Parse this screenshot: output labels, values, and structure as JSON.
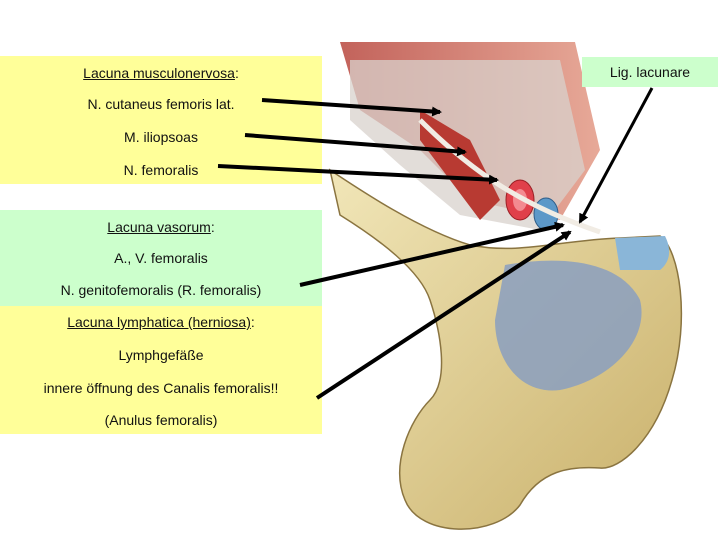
{
  "musculonervosa": {
    "heading": "Lacuna musculonervosa",
    "heading_suffix": ":",
    "items": [
      "N. cutaneus femoris lat.",
      "M. iliopsoas",
      "N. femoralis"
    ]
  },
  "vasorum": {
    "heading": "Lacuna vasorum",
    "heading_suffix": ":",
    "items": [
      "A., V. femoralis",
      "N. genitofemoralis (R. femoralis)"
    ]
  },
  "lymphatica": {
    "heading": "Lacuna lymphatica (herniosa)",
    "heading_suffix": ":",
    "items": [
      "Lymphgefäße",
      "innere öffnung des Canalis femoralis!!",
      "(Anulus femoralis)"
    ]
  },
  "callout": {
    "label": "Lig. lacunare"
  },
  "colors": {
    "yellow_panel": "#ffff99",
    "green_panel": "#ccffcc",
    "arrow": "#000000",
    "bone": "#e8d8a0",
    "muscle": "#c0443c",
    "artery": "#e0404a",
    "vein": "#5c98c8"
  }
}
